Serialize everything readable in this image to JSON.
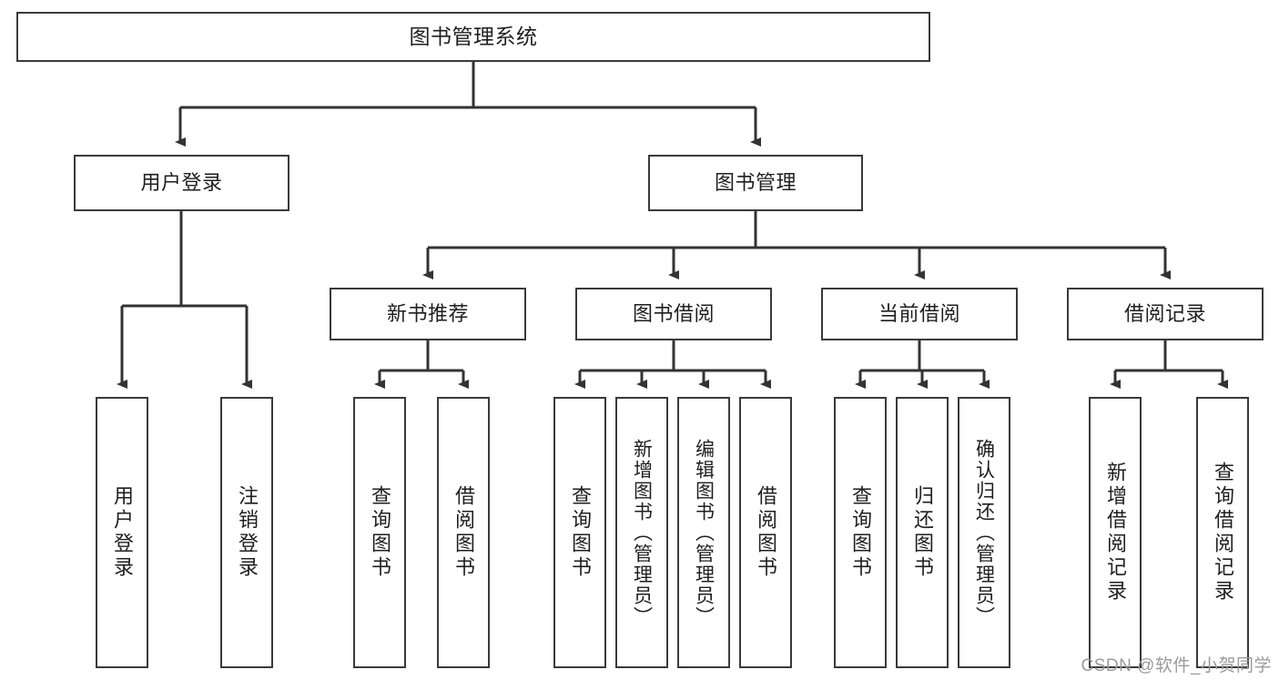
{
  "diagram": {
    "type": "tree-hierarchy",
    "title": "图书管理系统",
    "watermark": "CSDN @软件_小贺同学",
    "root": {
      "id": "root",
      "label": "图书管理系统"
    },
    "level1": [
      {
        "id": "user-login",
        "label": "用户登录"
      },
      {
        "id": "book-manage",
        "label": "图书管理"
      }
    ],
    "level2": [
      {
        "id": "new-book-recommend",
        "label": "新书推荐",
        "parent": "book-manage"
      },
      {
        "id": "book-borrow",
        "label": "图书借阅",
        "parent": "book-manage"
      },
      {
        "id": "current-borrow",
        "label": "当前借阅",
        "parent": "book-manage"
      },
      {
        "id": "borrow-record",
        "label": "借阅记录",
        "parent": "book-manage"
      }
    ],
    "leaves": [
      {
        "id": "leaf-user-login",
        "label": "用户登录",
        "parent": "user-login"
      },
      {
        "id": "leaf-logout-login",
        "label": "注销登录",
        "parent": "user-login"
      },
      {
        "id": "leaf-query-book-1",
        "label": "查询图书",
        "parent": "new-book-recommend"
      },
      {
        "id": "leaf-borrow-book-1",
        "label": "借阅图书",
        "parent": "new-book-recommend"
      },
      {
        "id": "leaf-query-book-2",
        "label": "查询图书",
        "parent": "book-borrow"
      },
      {
        "id": "leaf-add-book",
        "label": "新增图书（管理员）",
        "parent": "book-borrow"
      },
      {
        "id": "leaf-edit-book",
        "label": "编辑图书（管理员）",
        "parent": "book-borrow"
      },
      {
        "id": "leaf-borrow-book-2",
        "label": "借阅图书",
        "parent": "book-borrow"
      },
      {
        "id": "leaf-query-book-3",
        "label": "查询图书",
        "parent": "current-borrow"
      },
      {
        "id": "leaf-return-book",
        "label": "归还图书",
        "parent": "current-borrow"
      },
      {
        "id": "leaf-confirm-return",
        "label": "确认归还（管理员）",
        "parent": "current-borrow"
      },
      {
        "id": "leaf-add-record",
        "label": "新增借阅记录",
        "parent": "borrow-record"
      },
      {
        "id": "leaf-query-record",
        "label": "查询借阅记录",
        "parent": "borrow-record"
      }
    ],
    "colors": {
      "stroke": "#3a3a3a",
      "fill": "#ffffff",
      "text": "#1f1f1f",
      "watermark": "#9a9a9a"
    }
  }
}
